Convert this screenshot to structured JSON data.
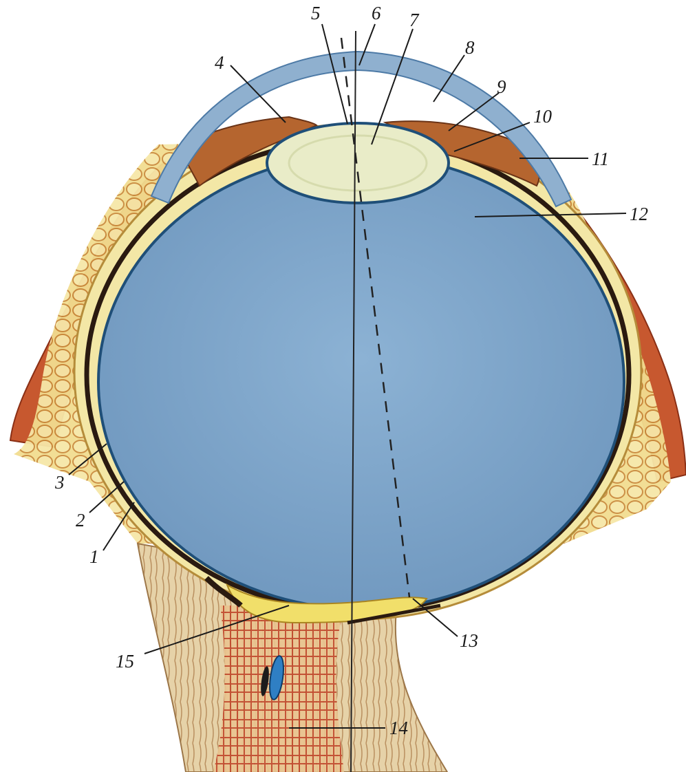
{
  "labels": {
    "l1": "1",
    "l2": "2",
    "l3": "3",
    "l4": "4",
    "l5": "5",
    "l6": "6",
    "l7": "7",
    "l8": "8",
    "l9": "9",
    "l10": "10",
    "l11": "11",
    "l12": "12",
    "l13": "13",
    "l14": "14",
    "l15": "15"
  },
  "colors": {
    "cornea": "#8fb0cf",
    "vitreous": "#7fa5c9",
    "lens": "#e9ecc8",
    "sclera": "#f3e7a6",
    "choroid": "#2a1a10",
    "muscle": "#c7582f",
    "nerve": "#e8d9b6",
    "retina_edge": "#1f4f78"
  }
}
